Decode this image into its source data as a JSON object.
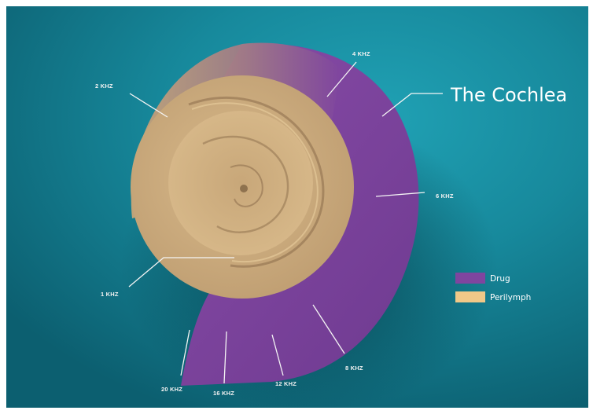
{
  "title": "The Cochlea",
  "frequency_labels": {
    "f1": "1 KHZ",
    "f2": "2 KHZ",
    "f4": "4 KHZ",
    "f6": "6 KHZ",
    "f8": "8 KHZ",
    "f12": "12 KHZ",
    "f16": "16 KHZ",
    "f20": "20 KHZ"
  },
  "legend": {
    "items": [
      {
        "label": "Drug",
        "color": "#7f459f"
      },
      {
        "label": "Perilymph",
        "color": "#f0c888"
      }
    ]
  },
  "colors": {
    "background": "#1b8ea1",
    "drug": "#7f459f",
    "perilymph": "#cfae7e"
  }
}
